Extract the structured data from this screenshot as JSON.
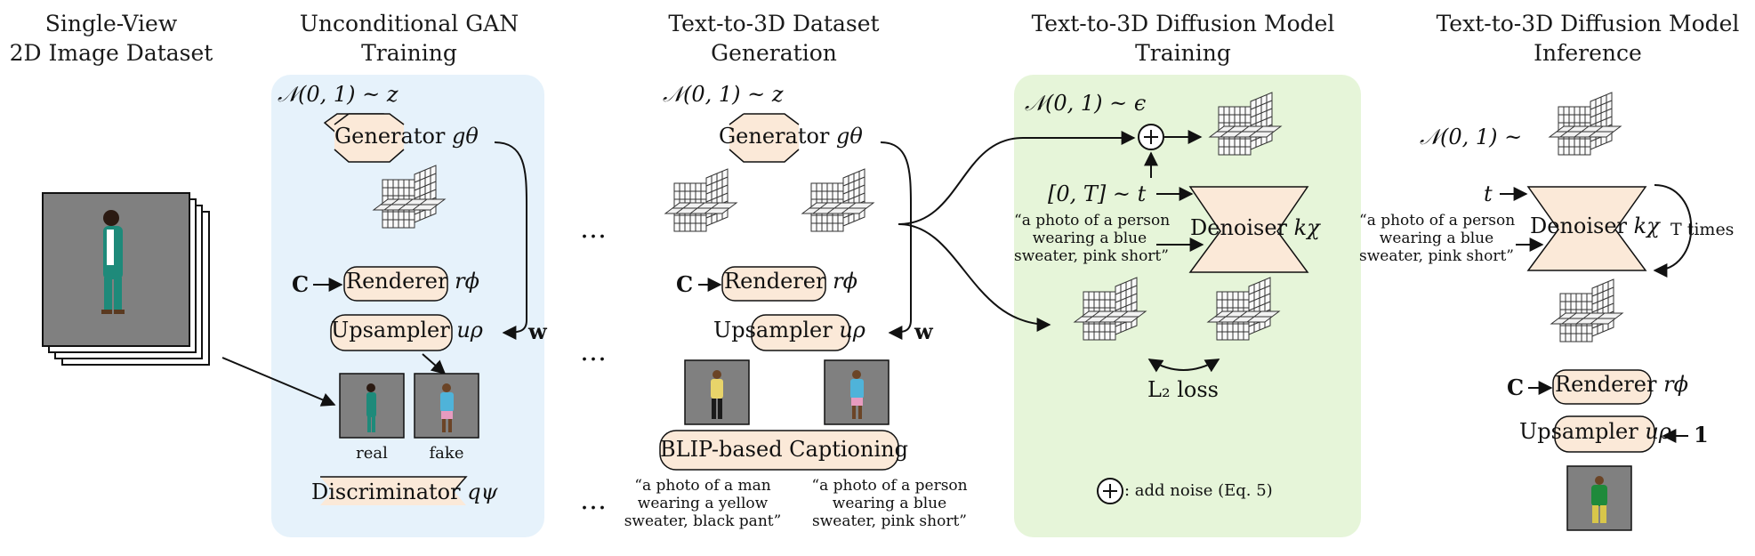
{
  "titles": {
    "single_view": "Single-View\n2D Image Dataset",
    "gan_training": "Unconditional GAN\nTraining",
    "dataset_gen": "Text-to-3D Dataset\nGeneration",
    "diff_training": "Text-to-3D Diffusion Model\nTraining",
    "diff_inference": "Text-to-3D Diffusion Model\nInference"
  },
  "gan": {
    "noise": "𝒩(0, 1) ~ z",
    "generator": "Generator",
    "generator_sym": "gθ",
    "c": "C",
    "renderer": "Renderer",
    "renderer_sym": "rϕ",
    "upsampler": "Upsampler",
    "upsampler_sym": "uρ",
    "w": "w",
    "real": "real",
    "fake": "fake",
    "discriminator": "Discriminator",
    "discriminator_sym": "qψ"
  },
  "gen": {
    "noise": "𝒩(0, 1) ~ z",
    "generator": "Generator",
    "generator_sym": "gθ",
    "c": "C",
    "renderer": "Renderer",
    "renderer_sym": "rϕ",
    "upsampler": "Upsampler",
    "upsampler_sym": "uρ",
    "w": "w",
    "blip": "BLIP-based Captioning",
    "caption_left": "“a photo of a man\nwearing a yellow\nsweater, black pant”",
    "caption_right": "“a photo of a person\nwearing a blue\nsweater, pink short”"
  },
  "train": {
    "noise": "𝒩(0, 1) ~ ϵ",
    "time": "[0, T] ~ t",
    "prompt": "“a photo of a person\nwearing a blue\nsweater, pink short”",
    "denoiser": "Denoiser",
    "denoiser_sym": "kχ",
    "loss": "L₂ loss",
    "legend": ": add noise (Eq. 5)"
  },
  "infer": {
    "noise": "𝒩(0, 1) ~",
    "t": "t",
    "prompt": "“a photo of a person\nwearing a blue\nsweater, pink short”",
    "denoiser": "Denoiser",
    "denoiser_sym": "kχ",
    "t_times": "T times",
    "c": "C",
    "renderer": "Renderer",
    "renderer_sym": "rϕ",
    "upsampler": "Upsampler",
    "upsampler_sym": "uρ",
    "one": "1"
  },
  "ellipsis": "…",
  "colors": {
    "gan_panel": "#e6f2fb",
    "train_panel": "#e6f5d9",
    "block_fill": "#fbe9d8",
    "image_bg": "#808080"
  }
}
